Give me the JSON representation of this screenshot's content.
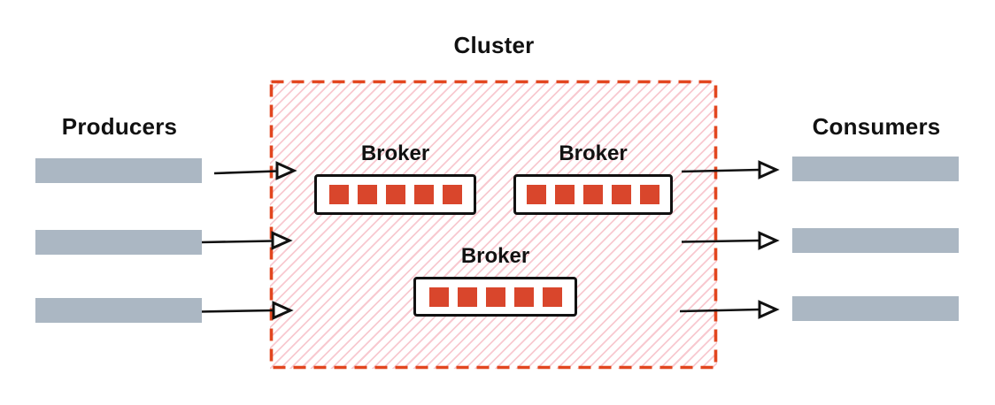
{
  "cluster": {
    "label": "Cluster",
    "brokers": [
      {
        "label": "Broker",
        "partition_count": 5
      },
      {
        "label": "Broker",
        "partition_count": 5
      },
      {
        "label": "Broker",
        "partition_count": 5
      }
    ]
  },
  "producers": {
    "label": "Producers",
    "count": 3
  },
  "consumers": {
    "label": "Consumers",
    "count": 3
  },
  "flows": {
    "producer_arrows": 3,
    "consumer_arrows": 3
  },
  "colors": {
    "accent_red": "#e2461f",
    "partition_red": "#d9462c",
    "hatch_pink": "#f8c9d0",
    "bar_gray": "#abb7c3",
    "text_black": "#111111"
  }
}
